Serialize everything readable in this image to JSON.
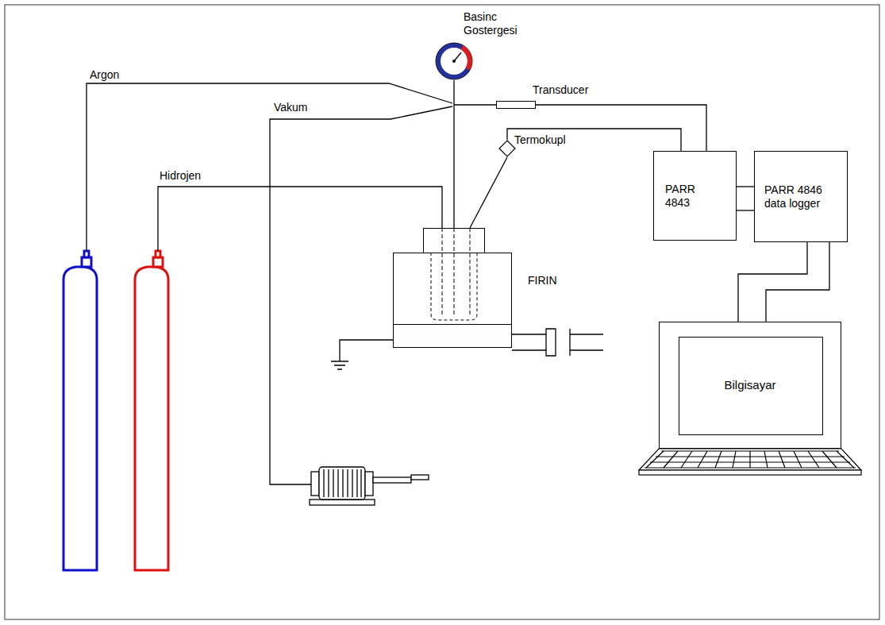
{
  "diagram": {
    "nodes": [
      {
        "text": [
          "Basinc Gostergesi"
        ]
      },
      {
        "text": [
          "Transducer"
        ]
      },
      {
        "text": [
          "Termokupl"
        ]
      },
      {
        "text": [
          "FIRIN"
        ]
      },
      {
        "text": [
          "PARR 4843"
        ]
      },
      {
        "text": [
          "PARR 4846 data logger"
        ]
      },
      {
        "text": [
          "Bilgisayar"
        ]
      }
    ],
    "edges": [
      {
        "from": 0,
        "to": 3,
        "arrow": "none"
      },
      {
        "from": 1,
        "to": 4,
        "arrow": "none"
      },
      {
        "from": 2,
        "to": 4,
        "arrow": "none"
      },
      {
        "from": 2,
        "to": 3,
        "arrow": "none"
      },
      {
        "from": 4,
        "to": 5,
        "arrow": "none"
      },
      {
        "from": 4,
        "to": 5,
        "arrow": "none"
      },
      {
        "from": 5,
        "to": 6,
        "arrow": "none"
      },
      {
        "from": 5,
        "to": 6,
        "arrow": "none"
      }
    ],
    "labels": [
      "Argon",
      "Vakum",
      "Hidrojen"
    ]
  }
}
